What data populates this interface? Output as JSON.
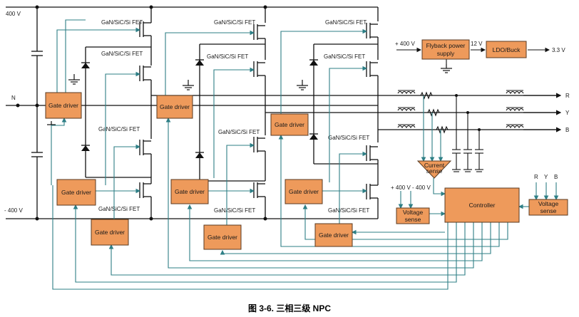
{
  "colors": {
    "block_fill": "#ee9a5b",
    "block_stroke": "#5a3a20",
    "power_wire": "#111111",
    "signal_wire": "#2e7f86"
  },
  "rails": {
    "top": "400 V",
    "neutral": "N",
    "bottom": "- 400 V"
  },
  "fet_label": "GaN/SiC/Si FET",
  "gate_driver_label": "Gate driver",
  "flyback": {
    "line1": "Flyback power",
    "line2": "supply",
    "input": "+ 400 V",
    "output": "12 V"
  },
  "ldo": {
    "label": "LDO/Buck",
    "output": "3.3 V"
  },
  "current_sense": {
    "line1": "Current",
    "line2": "sense"
  },
  "voltage_sense": {
    "line1": "Voltage",
    "line2": "sense",
    "input": "+ 400 V - 400 V"
  },
  "controller": {
    "label": "Controller"
  },
  "phase_voltage_sense": {
    "line1": "Voltage",
    "line2": "sense",
    "phases": [
      "R",
      "Y",
      "B"
    ]
  },
  "outputs": [
    "R",
    "Y",
    "B"
  ],
  "caption": "图 3-6. 三相三级 NPC"
}
